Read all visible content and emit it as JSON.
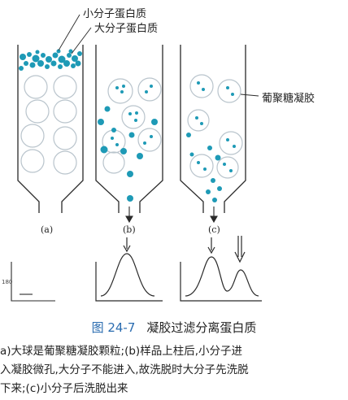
{
  "labels": {
    "small_protein": "小分子蛋白质",
    "large_protein": "大分子蛋白质",
    "gel": "葡聚糖凝胶"
  },
  "panels": [
    "(a)",
    "(b)",
    "(c)"
  ],
  "axis_number": "180",
  "caption": {
    "number": "图 24-7",
    "title": "凝胶过滤分离蛋白质",
    "line1": "a)大球是葡聚糖凝胶颗粒;(b)样品上柱后,小分子进",
    "line2": "入凝胶微孔,大分子不能进入,故洗脱时大分子先洗脱",
    "line3": "下来;(c)小分子后洗脱出来"
  },
  "colors": {
    "accent": "#1e9ab6",
    "line": "#2a2a2a",
    "caption": "#2a6cb0"
  }
}
